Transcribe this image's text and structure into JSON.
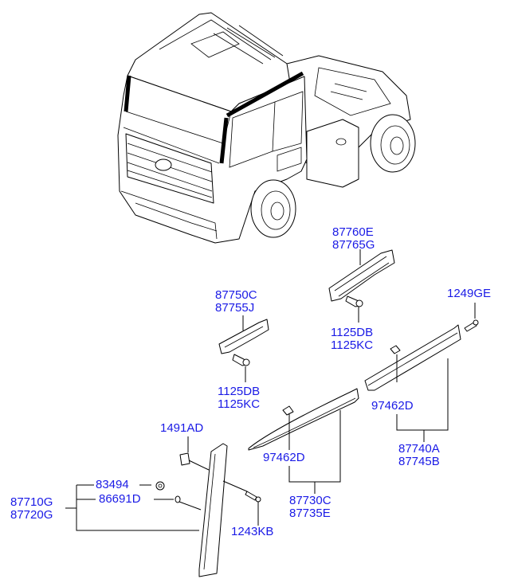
{
  "diagram": {
    "title": "Truck cab side garnish / pillar trim parts diagram",
    "label_color": "#1a1ae6",
    "line_color": "#000000",
    "background": "#ffffff",
    "labels": {
      "p87760E": "87760E",
      "p87765G": "87765G",
      "p1249GE": "1249GE",
      "p87750C": "87750C",
      "p87755J": "87755J",
      "p1125DB_upper": "1125DB",
      "p1125KC_upper": "1125KC",
      "p1125DB_lower": "1125DB",
      "p1125KC_lower": "1125KC",
      "p97462D_right": "97462D",
      "p97462D_left": "97462D",
      "p1491AD": "1491AD",
      "p83494": "83494",
      "p86691D": "86691D",
      "p87710G": "87710G",
      "p87720G": "87720G",
      "p1243KB": "1243KB",
      "p87730C": "87730C",
      "p87735E": "87735E",
      "p87740A": "87740A",
      "p87745B": "87745B"
    },
    "parts": [
      {
        "id": "truck-cab-illustration",
        "name": "Tractor truck overview"
      },
      {
        "id": "upper-bracket",
        "numbers": [
          "87760E",
          "87765G"
        ]
      },
      {
        "id": "lower-bracket",
        "numbers": [
          "87750C",
          "87755J"
        ]
      },
      {
        "id": "pillar-trim",
        "numbers": [
          "87710G",
          "87720G"
        ]
      },
      {
        "id": "front-side-garnish",
        "numbers": [
          "87730C",
          "87735E"
        ]
      },
      {
        "id": "rear-side-garnish",
        "numbers": [
          "87740A",
          "87745B"
        ]
      }
    ]
  }
}
